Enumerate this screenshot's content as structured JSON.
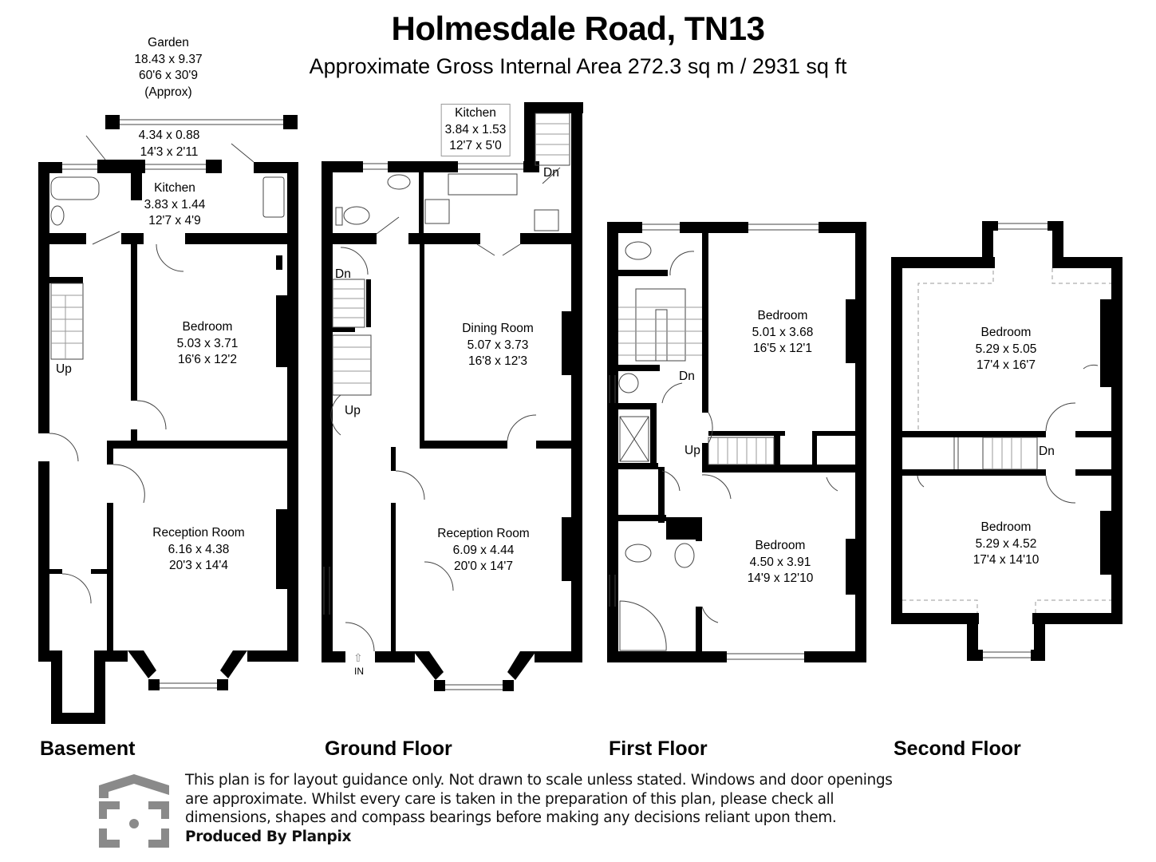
{
  "header": {
    "title": "Holmesdale Road, TN13",
    "subtitle": "Approximate Gross Internal Area 272.3 sq m / 2931 sq ft"
  },
  "garden": {
    "name": "Garden",
    "metric": "18.43 x 9.37",
    "imperial": "60'6 x 30'9",
    "note": "(Approx)"
  },
  "floors": {
    "basement": {
      "label": "Basement",
      "rooms": [
        {
          "name": "",
          "metric": "4.34 x 0.88",
          "imperial": "14'3 x 2'11"
        },
        {
          "name": "Kitchen",
          "metric": "3.83 x 1.44",
          "imperial": "12'7 x 4'9"
        },
        {
          "name": "Bedroom",
          "metric": "5.03 x 3.71",
          "imperial": "16'6 x 12'2"
        },
        {
          "name": "Reception Room",
          "metric": "6.16 x 4.38",
          "imperial": "20'3 x 14'4"
        }
      ],
      "stairs": "Up"
    },
    "ground": {
      "label": "Ground Floor",
      "rooms": [
        {
          "name": "Kitchen",
          "metric": "3.84 x 1.53",
          "imperial": "12'7 x 5'0"
        },
        {
          "name": "Dining Room",
          "metric": "5.07 x 3.73",
          "imperial": "16'8 x 12'3"
        },
        {
          "name": "Reception Room",
          "metric": "6.09 x 4.44",
          "imperial": "20'0 x 14'7"
        }
      ],
      "stairs_down_1": "Dn",
      "stairs_down_2": "Dn",
      "stairs_up": "Up",
      "entrance": "IN"
    },
    "first": {
      "label": "First Floor",
      "rooms": [
        {
          "name": "Bedroom",
          "metric": "5.01 x 3.68",
          "imperial": "16'5 x 12'1"
        },
        {
          "name": "Bedroom",
          "metric": "4.50 x 3.91",
          "imperial": "14'9 x 12'10"
        }
      ],
      "stairs_down": "Dn",
      "stairs_up": "Up"
    },
    "second": {
      "label": "Second Floor",
      "rooms": [
        {
          "name": "Bedroom",
          "metric": "5.29 x 5.05",
          "imperial": "17'4 x 16'7"
        },
        {
          "name": "Bedroom",
          "metric": "5.29 x 4.52",
          "imperial": "17'4 x 14'10"
        }
      ],
      "stairs_down": "Dn"
    }
  },
  "footer": {
    "disclaimer_lines": [
      "This plan is for layout guidance only. Not drawn to scale unless stated. Windows and door openings",
      "are approximate. Whilst every care is taken in the preparation of this plan, please check all",
      "dimensions, shapes and compass bearings before making any decisions reliant upon them."
    ],
    "producer": "Produced By Planpix",
    "logo_icon": "planpix-house-logo-icon",
    "logo_color": "#8a8a8a"
  }
}
